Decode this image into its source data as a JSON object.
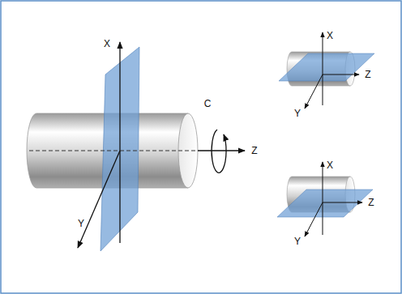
{
  "diagram": {
    "labels": [
      "X",
      "C",
      "Z",
      "Y",
      "X",
      "Z",
      "Y",
      "X",
      "Z",
      "Y"
    ]
  }
}
